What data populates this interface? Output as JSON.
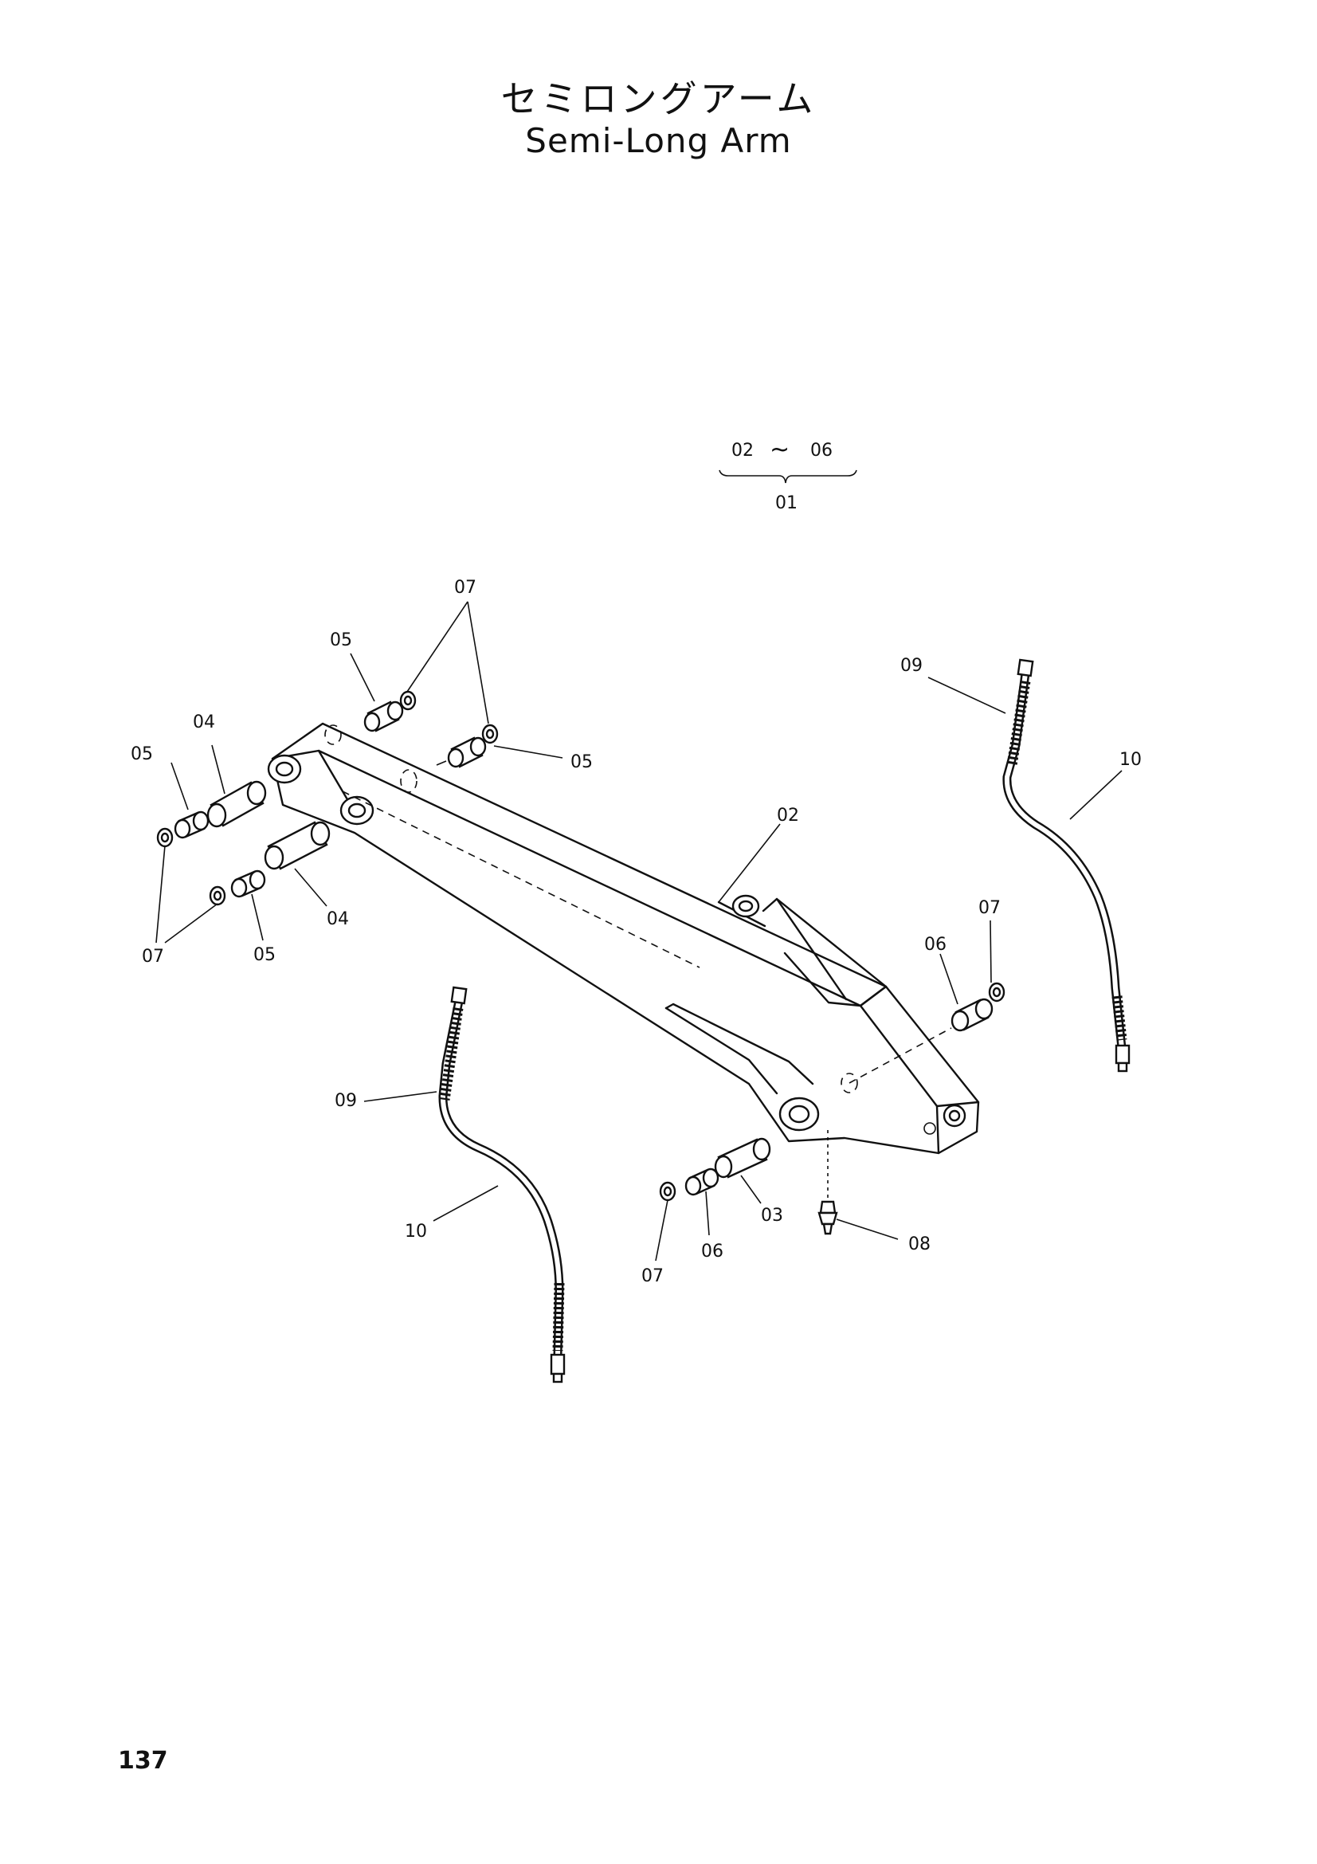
{
  "title_ja": "セミロングアーム",
  "title_en": "Semi-Long Arm",
  "page_number": "137",
  "assembly_note": {
    "range_from": "02",
    "range_sep": "~",
    "range_to": "06",
    "assembly": "01"
  },
  "callouts": {
    "c07_top": "07",
    "c05_top": "05",
    "c09_right": "09",
    "c10_right": "10",
    "c04_left": "04",
    "c05_left": "05",
    "c05_mid": "05",
    "c02": "02",
    "c04_mid": "04",
    "c07_left": "07",
    "c05_bot": "05",
    "c07_right": "07",
    "c06_right": "06",
    "c09_left": "09",
    "c10_left": "10",
    "c03": "03",
    "c08": "08",
    "c06_bot": "06",
    "c07_bot": "07"
  }
}
